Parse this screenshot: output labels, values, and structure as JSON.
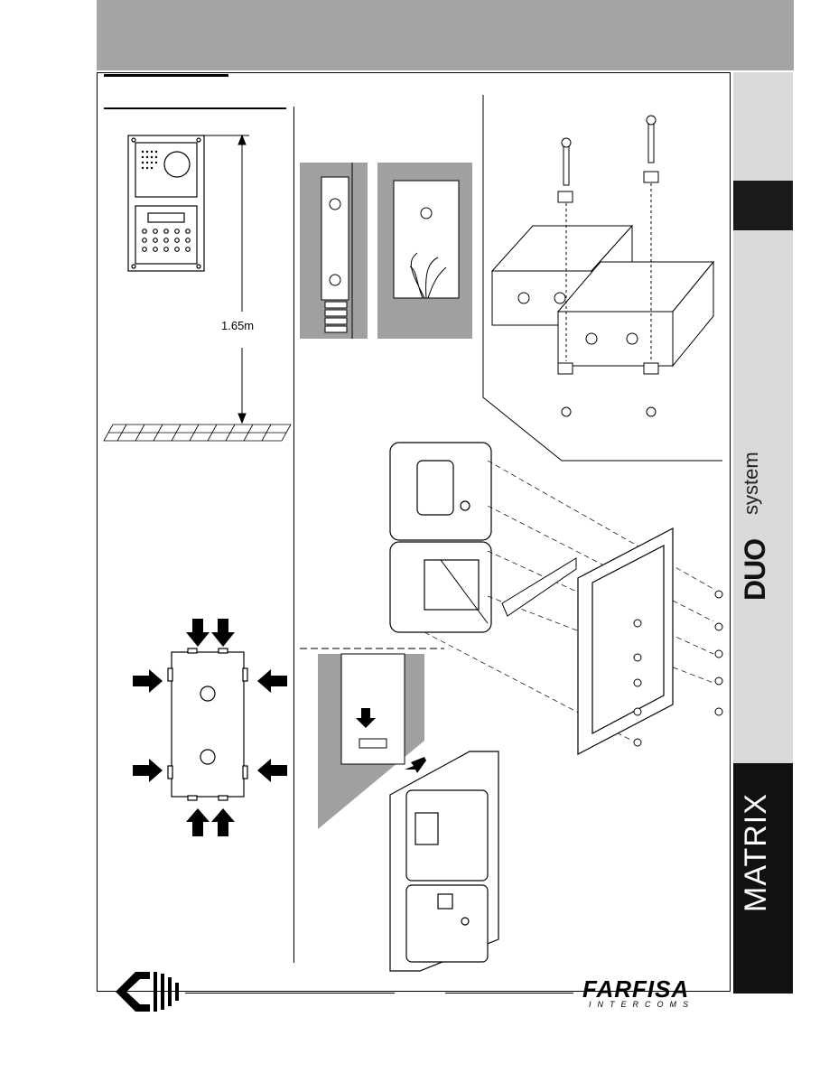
{
  "page": {
    "height_marker": "1.65m",
    "brand": {
      "product_line": "DUO",
      "product_line_suffix": "system",
      "product_name": "MATRIX",
      "manufacturer": "FARFISA",
      "manufacturer_tagline": "INTERCOMS"
    }
  },
  "colors": {
    "header_band": "#a5a5a5",
    "side_tab_light": "#d9d9d9",
    "side_tab_dark": "#111111",
    "install_wall": "#a0a0a0",
    "line": "#000000"
  },
  "icons": {
    "arrows_press": [
      "arrow-down-icon",
      "arrow-right-icon",
      "arrow-left-icon",
      "arrow-up-icon"
    ],
    "manufacturer_logo": "farfisa-logo-icon"
  }
}
